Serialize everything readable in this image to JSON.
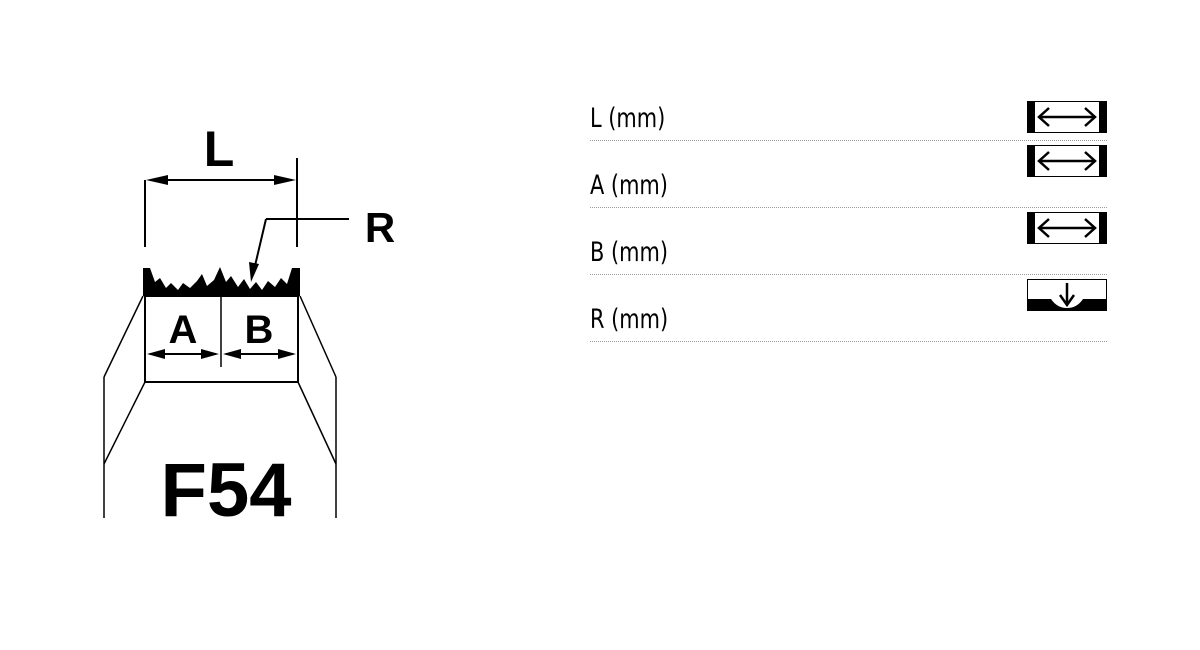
{
  "diagram": {
    "label_l": "L",
    "label_r": "R",
    "label_a": "A",
    "label_b": "B",
    "model": "F54"
  },
  "params": [
    {
      "label": "L (mm)",
      "icon": "width-arrow-icon"
    },
    {
      "label": "A (mm)",
      "icon": "width-arrow-icon"
    },
    {
      "label": "B (mm)",
      "icon": "width-arrow-icon"
    },
    {
      "label": "R (mm)",
      "icon": "radius-arrow-icon"
    }
  ]
}
